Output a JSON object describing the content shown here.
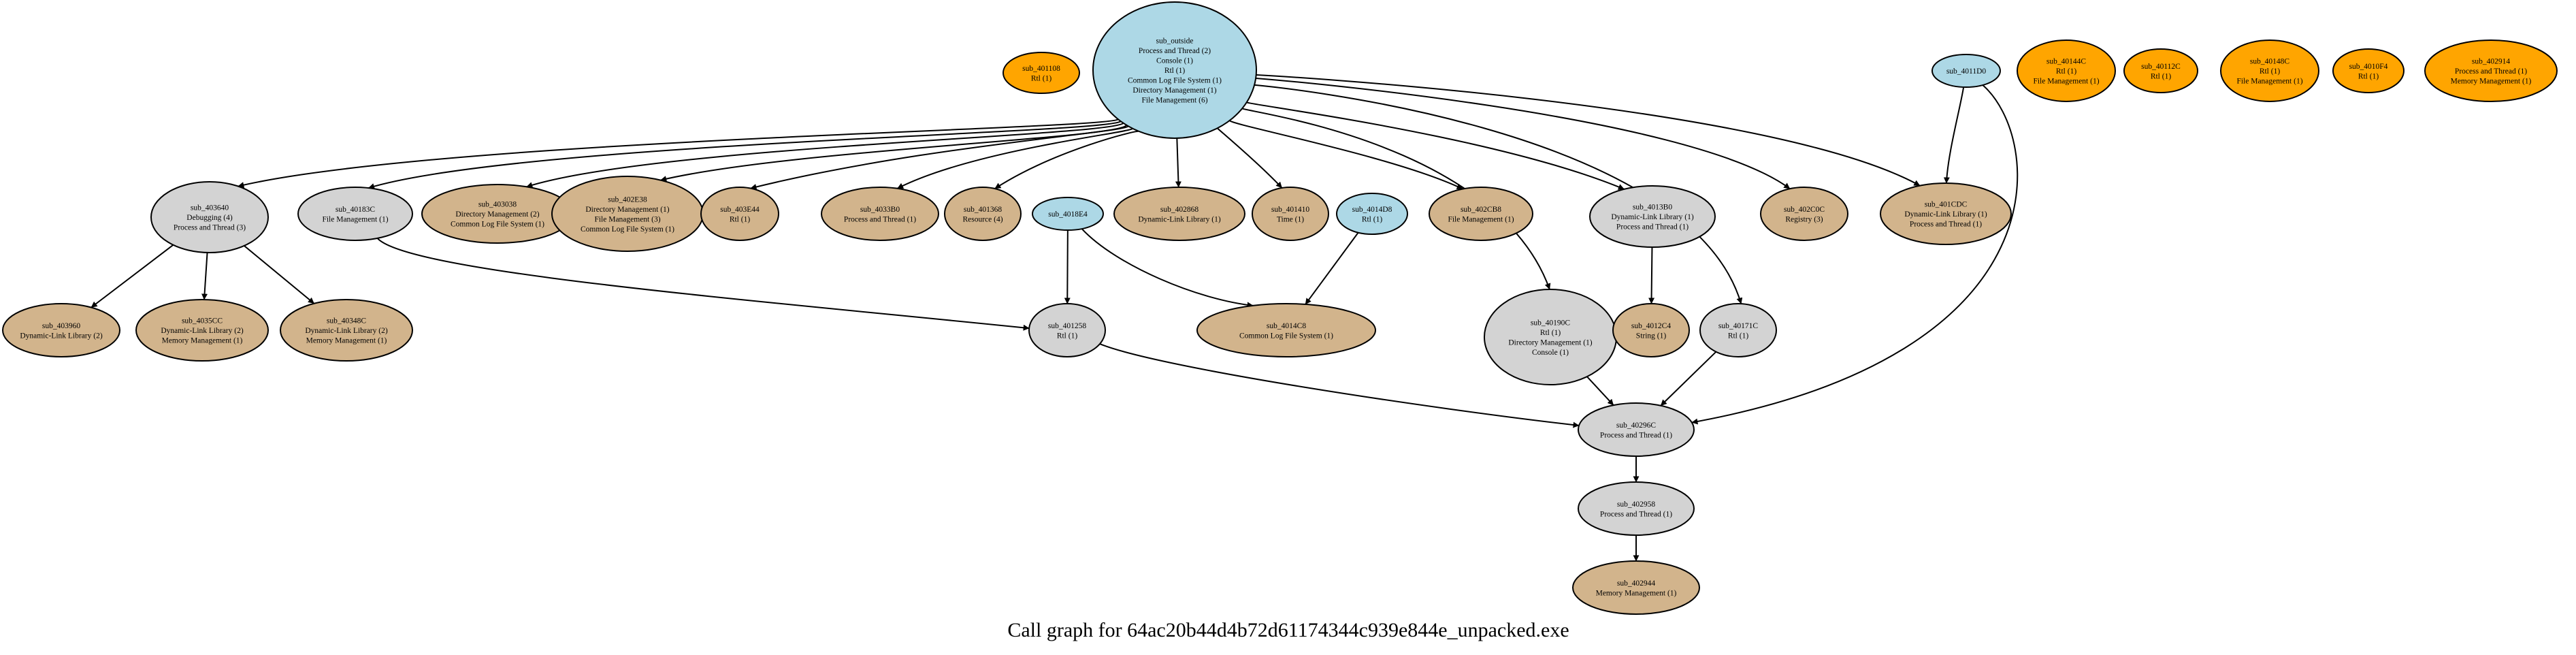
{
  "caption": "Call graph for 64ac20b44d4b72d61174344c939e844e_unpacked.exe",
  "colors": {
    "entry": "#add8e6",
    "internal": "#d3d3d3",
    "api": "#d2b48c",
    "orphan": "#ffa500",
    "edge": "#000000",
    "background": "#ffffff"
  },
  "nodes": [
    {
      "id": "sub_outside",
      "kind": "entry",
      "lines": [
        "sub_outside",
        "Process and Thread (2)",
        "Console (1)",
        "Rtl (1)",
        "Common Log File System (1)",
        "Directory Management (1)",
        "File Management (6)"
      ]
    },
    {
      "id": "sub_401108",
      "kind": "orphan",
      "lines": [
        "sub_401108",
        "Rtl (1)"
      ]
    },
    {
      "id": "sub_4011D0",
      "kind": "entry",
      "lines": [
        "sub_4011D0"
      ]
    },
    {
      "id": "sub_40144C",
      "kind": "orphan",
      "lines": [
        "sub_40144C",
        "Rtl (1)",
        "File Management (1)"
      ]
    },
    {
      "id": "sub_40112C",
      "kind": "orphan",
      "lines": [
        "sub_40112C",
        "Rtl (1)"
      ]
    },
    {
      "id": "sub_40148C",
      "kind": "orphan",
      "lines": [
        "sub_40148C",
        "Rtl (1)",
        "File Management (1)"
      ]
    },
    {
      "id": "sub_4010F4",
      "kind": "orphan",
      "lines": [
        "sub_4010F4",
        "Rtl (1)"
      ]
    },
    {
      "id": "sub_402914",
      "kind": "orphan",
      "lines": [
        "sub_402914",
        "Process and Thread (1)",
        "Memory Management (1)"
      ]
    },
    {
      "id": "sub_403640",
      "kind": "internal",
      "lines": [
        "sub_403640",
        "Debugging (4)",
        "Process and Thread (3)"
      ]
    },
    {
      "id": "sub_40183C",
      "kind": "internal",
      "lines": [
        "sub_40183C",
        "File Management (1)"
      ]
    },
    {
      "id": "sub_403038",
      "kind": "api",
      "lines": [
        "sub_403038",
        "Directory Management (2)",
        "Common Log File System (1)"
      ]
    },
    {
      "id": "sub_402E38",
      "kind": "api",
      "lines": [
        "sub_402E38",
        "Directory Management (1)",
        "File Management (3)",
        "Common Log File System (1)"
      ]
    },
    {
      "id": "sub_403E44",
      "kind": "api",
      "lines": [
        "sub_403E44",
        "Rtl (1)"
      ]
    },
    {
      "id": "sub_4033B0",
      "kind": "api",
      "lines": [
        "sub_4033B0",
        "Process and Thread (1)"
      ]
    },
    {
      "id": "sub_401368",
      "kind": "api",
      "lines": [
        "sub_401368",
        "Resource (4)"
      ]
    },
    {
      "id": "sub_4018E4",
      "kind": "entry",
      "lines": [
        "sub_4018E4"
      ]
    },
    {
      "id": "sub_402868",
      "kind": "api",
      "lines": [
        "sub_402868",
        "Dynamic-Link Library (1)"
      ]
    },
    {
      "id": "sub_401410",
      "kind": "api",
      "lines": [
        "sub_401410",
        "Time (1)"
      ]
    },
    {
      "id": "sub_4014D8",
      "kind": "entry",
      "lines": [
        "sub_4014D8",
        "Rtl (1)"
      ]
    },
    {
      "id": "sub_402CB8",
      "kind": "api",
      "lines": [
        "sub_402CB8",
        "File Management (1)"
      ]
    },
    {
      "id": "sub_4013B0",
      "kind": "internal",
      "lines": [
        "sub_4013B0",
        "Dynamic-Link Library (1)",
        "Process and Thread (1)"
      ]
    },
    {
      "id": "sub_402C0C",
      "kind": "api",
      "lines": [
        "sub_402C0C",
        "Registry (3)"
      ]
    },
    {
      "id": "sub_401CDC",
      "kind": "api",
      "lines": [
        "sub_401CDC",
        "Dynamic-Link Library (1)",
        "Process and Thread (1)"
      ]
    },
    {
      "id": "sub_403960",
      "kind": "api",
      "lines": [
        "sub_403960",
        "Dynamic-Link Library (2)"
      ]
    },
    {
      "id": "sub_4035CC",
      "kind": "api",
      "lines": [
        "sub_4035CC",
        "Dynamic-Link Library (2)",
        "Memory Management (1)"
      ]
    },
    {
      "id": "sub_40348C",
      "kind": "api",
      "lines": [
        "sub_40348C",
        "Dynamic-Link Library (2)",
        "Memory Management (1)"
      ]
    },
    {
      "id": "sub_401258",
      "kind": "internal",
      "lines": [
        "sub_401258",
        "Rtl (1)"
      ]
    },
    {
      "id": "sub_4014C8",
      "kind": "api",
      "lines": [
        "sub_4014C8",
        "Common Log File System (1)"
      ]
    },
    {
      "id": "sub_40190C",
      "kind": "internal",
      "lines": [
        "sub_40190C",
        "Rtl (1)",
        "Directory Management (1)",
        "Console (1)"
      ]
    },
    {
      "id": "sub_4012C4",
      "kind": "api",
      "lines": [
        "sub_4012C4",
        "String (1)"
      ]
    },
    {
      "id": "sub_40171C",
      "kind": "internal",
      "lines": [
        "sub_40171C",
        "Rtl (1)"
      ]
    },
    {
      "id": "sub_40296C",
      "kind": "internal",
      "lines": [
        "sub_40296C",
        "Process and Thread (1)"
      ]
    },
    {
      "id": "sub_402958",
      "kind": "internal",
      "lines": [
        "sub_402958",
        "Process and Thread (1)"
      ]
    },
    {
      "id": "sub_402944",
      "kind": "api",
      "lines": [
        "sub_402944",
        "Memory Management (1)"
      ]
    }
  ],
  "edges": [
    [
      "sub_outside",
      "sub_403640"
    ],
    [
      "sub_outside",
      "sub_40183C"
    ],
    [
      "sub_outside",
      "sub_403038"
    ],
    [
      "sub_outside",
      "sub_402E38"
    ],
    [
      "sub_outside",
      "sub_403E44"
    ],
    [
      "sub_outside",
      "sub_4033B0"
    ],
    [
      "sub_outside",
      "sub_401368"
    ],
    [
      "sub_outside",
      "sub_402868"
    ],
    [
      "sub_outside",
      "sub_401410"
    ],
    [
      "sub_outside",
      "sub_402CB8"
    ],
    [
      "sub_outside",
      "sub_40190C"
    ],
    [
      "sub_outside",
      "sub_4013B0"
    ],
    [
      "sub_outside",
      "sub_40171C"
    ],
    [
      "sub_outside",
      "sub_402C0C"
    ],
    [
      "sub_outside",
      "sub_401CDC"
    ],
    [
      "sub_4011D0",
      "sub_401CDC"
    ],
    [
      "sub_4011D0",
      "sub_40296C"
    ],
    [
      "sub_403640",
      "sub_403960"
    ],
    [
      "sub_403640",
      "sub_4035CC"
    ],
    [
      "sub_403640",
      "sub_40348C"
    ],
    [
      "sub_40183C",
      "sub_401258"
    ],
    [
      "sub_4018E4",
      "sub_401258"
    ],
    [
      "sub_4018E4",
      "sub_4014C8"
    ],
    [
      "sub_4014D8",
      "sub_4014C8"
    ],
    [
      "sub_4013B0",
      "sub_4012C4"
    ],
    [
      "sub_401258",
      "sub_40296C"
    ],
    [
      "sub_40190C",
      "sub_40296C"
    ],
    [
      "sub_40171C",
      "sub_40296C"
    ],
    [
      "sub_40296C",
      "sub_402958"
    ],
    [
      "sub_402958",
      "sub_402944"
    ]
  ]
}
